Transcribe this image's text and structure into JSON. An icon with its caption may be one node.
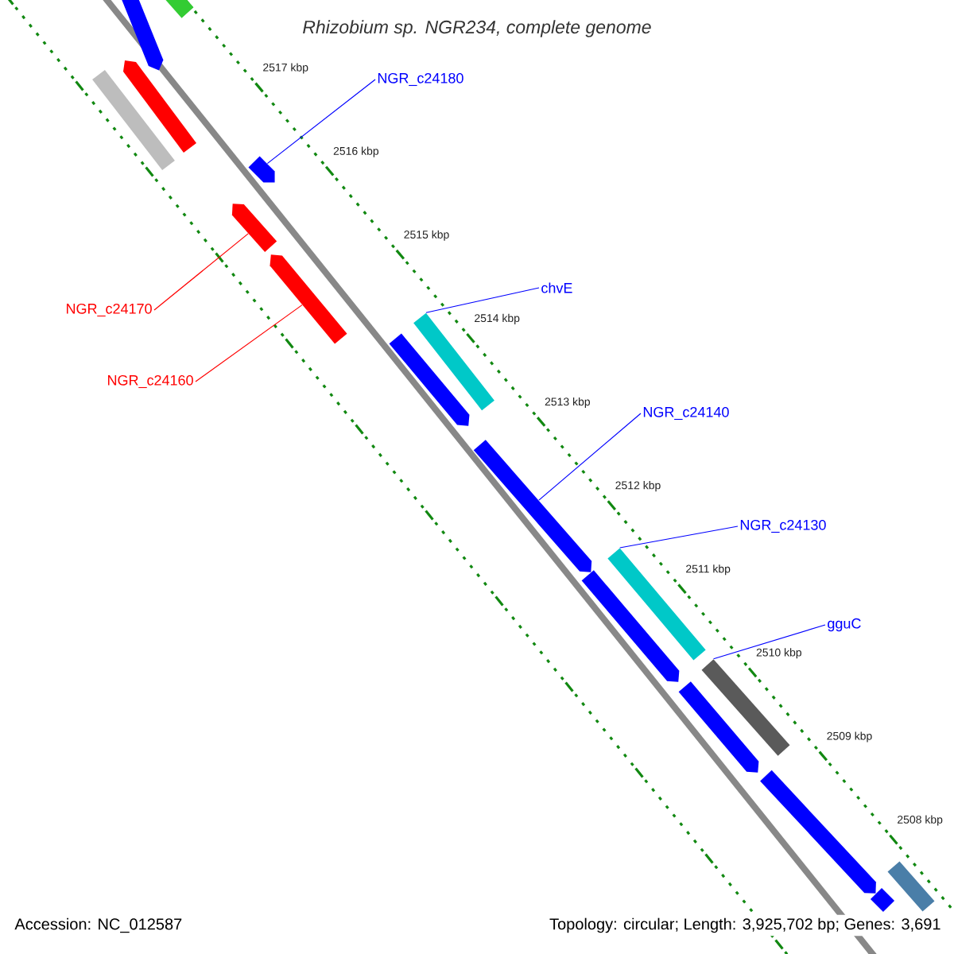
{
  "diagram": {
    "title": "Rhizobium sp. NGR234, complete genome",
    "nodes": [
      {
        "text": [],
        "shape": "bar"
      },
      {
        "text": [],
        "shape": "bar"
      },
      {
        "text": [
          "NGR_c24180"
        ]
      },
      {
        "text": [],
        "shape": "bar"
      },
      {
        "text": [],
        "shape": "bar"
      },
      {
        "text": [],
        "shape": "bar"
      },
      {
        "text": [],
        "shape": "bar"
      },
      {
        "text": [],
        "shape": "bar"
      },
      {
        "text": [
          "chvE"
        ]
      },
      {
        "text": [],
        "shape": "bar"
      },
      {
        "text": [
          "NGR_c24170"
        ]
      },
      {
        "text": [],
        "shape": "bar"
      },
      {
        "text": [
          "NGR_c24160"
        ]
      },
      {
        "text": [
          "NGR_c24140"
        ]
      },
      {
        "text": [],
        "shape": "bar"
      },
      {
        "text": [
          "NGR_c24130"
        ]
      },
      {
        "text": [],
        "shape": "bar"
      },
      {
        "text": [],
        "shape": "bar"
      },
      {
        "text": [
          "gguC"
        ]
      },
      {
        "text": [],
        "shape": "bar"
      },
      {
        "text": [],
        "shape": "bar"
      },
      {
        "text": [],
        "shape": "bar"
      },
      {
        "text": [],
        "shape": "bar"
      },
      {
        "text": [],
        "shape": "bar"
      }
    ],
    "edges": [
      {
        "from": 2,
        "to": 5,
        "arrow": "none"
      },
      {
        "from": 8,
        "to": 9,
        "arrow": "none"
      },
      {
        "from": 10,
        "to": 6,
        "arrow": "none",
        "color": "#ff0000"
      },
      {
        "from": 12,
        "to": 7,
        "arrow": "none",
        "color": "#ff0000"
      },
      {
        "from": 13,
        "to": 14,
        "arrow": "none"
      },
      {
        "from": 15,
        "to": 16,
        "arrow": "none"
      },
      {
        "from": 18,
        "to": 19,
        "arrow": "none"
      }
    ],
    "labels": [
      "2517 kbp",
      "2516 kbp",
      "2515 kbp",
      "2514 kbp",
      "2513 kbp",
      "2512 kbp",
      "2511 kbp",
      "2510 kbp",
      "2509 kbp",
      "2508 kbp",
      "Accession: NC_012587",
      "Topology: circular; Length: 3,925,702 bp; Genes: 3,691"
    ]
  }
}
